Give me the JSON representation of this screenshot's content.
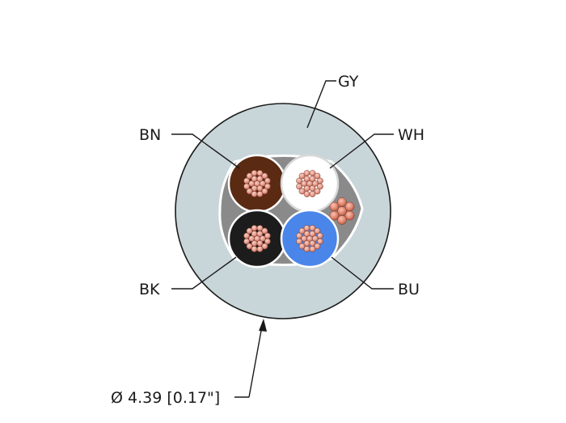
{
  "labels": {
    "jacket": "GY",
    "brown": "BN",
    "white": "WH",
    "black": "BK",
    "blue": "BU",
    "diameter": "Ø 4.39 [0.17\"]"
  },
  "colors": {
    "jacket": "#c9d6d9",
    "jacket_outline": "#1a1a1a",
    "filler": "#8a8a8a",
    "brown": "#5a2a12",
    "white": "#ffffff",
    "black": "#1c1c1c",
    "blue": "#4a86ea",
    "strand": "#e9a79a",
    "strand_outline": "#7a3a2e",
    "drain": "#e48d78"
  }
}
